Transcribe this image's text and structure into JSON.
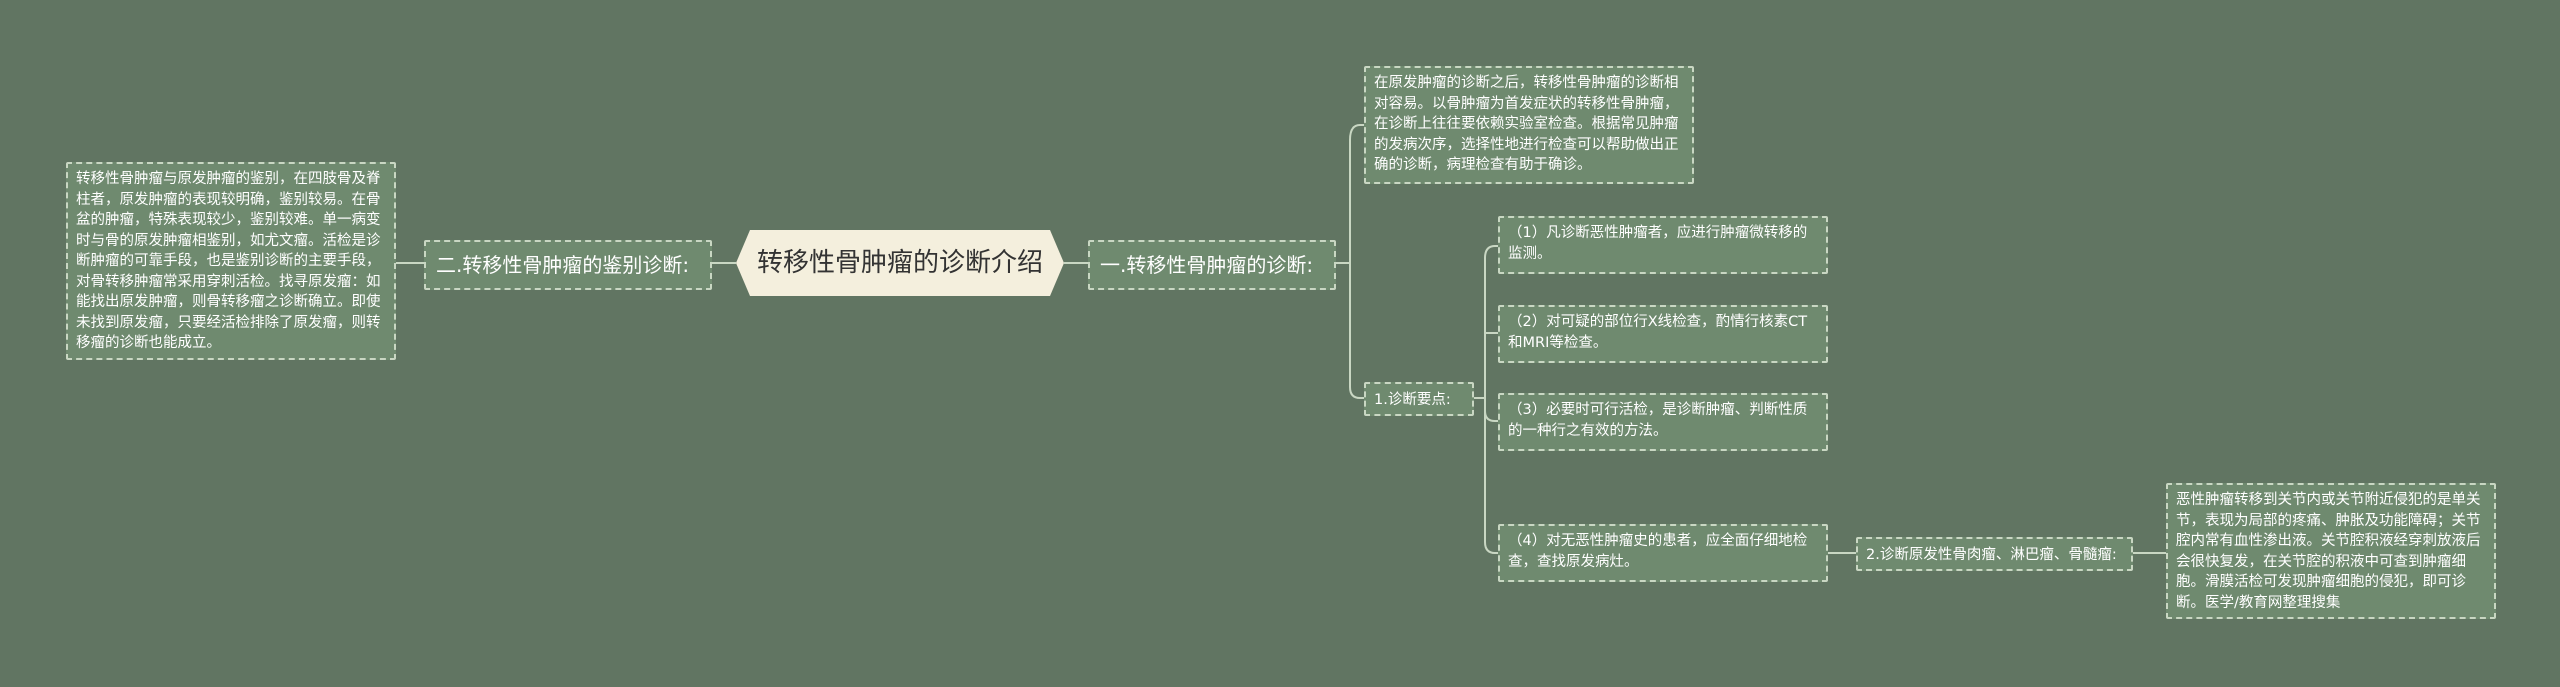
{
  "root": {
    "title": "转移性骨肿瘤的诊断介绍"
  },
  "left": {
    "branch": "二.转移性骨肿瘤的鉴别诊断:",
    "detail": "转移性骨肿瘤与原发肿瘤的鉴别，在四肢骨及脊柱者，原发肿瘤的表现较明确，鉴别较易。在骨盆的肿瘤，特殊表现较少，鉴别较难。单一病变时与骨的原发肿瘤相鉴别，如尤文瘤。活检是诊断肿瘤的可靠手段，也是鉴别诊断的主要手段，对骨转移肿瘤常采用穿刺活检。找寻原发瘤：如能找出原发肿瘤，则骨转移瘤之诊断确立。即使未找到原发瘤，只要经活检排除了原发瘤，则转移瘤的诊断也能成立。"
  },
  "right": {
    "branch": "一.转移性骨肿瘤的诊断:",
    "intro": "在原发肿瘤的诊断之后，转移性骨肿瘤的诊断相对容易。以骨肿瘤为首发症状的转移性骨肿瘤，在诊断上往往要依赖实验室检查。根据常见肿瘤的发病次序，选择性地进行检查可以帮助做出正确的诊断，病理检查有助于确诊。",
    "points": {
      "label": "1.诊断要点:",
      "items": [
        "（1）凡诊断恶性肿瘤者，应进行肿瘤微转移的监测。",
        "（2）对可疑的部位行X线检查，酌情行核素CT和MRI等检查。",
        "（3）必要时可行活检，是诊断肿瘤、判断性质的一种行之有效的方法。",
        "（4）对无恶性肿瘤史的患者，应全面仔细地检查，查找原发病灶。"
      ]
    },
    "differential": {
      "label": "2.诊断原发性骨肉瘤、淋巴瘤、骨髓瘤:",
      "detail": "恶性肿瘤转移到关节内或关节附近侵犯的是单关节，表现为局部的疼痛、肿胀及功能障碍；关节腔内常有血性渗出液。关节腔积液经穿刺放液后会很快复发，在关节腔的积液中可查到肿瘤细胞。滑膜活检可发现肿瘤细胞的侵犯，即可诊断。医学/教育网整理搜集"
    }
  },
  "colors": {
    "background": "#617562",
    "node": "#6f8a6f",
    "root": "#f4efdd",
    "line": "#c9d7c3"
  }
}
